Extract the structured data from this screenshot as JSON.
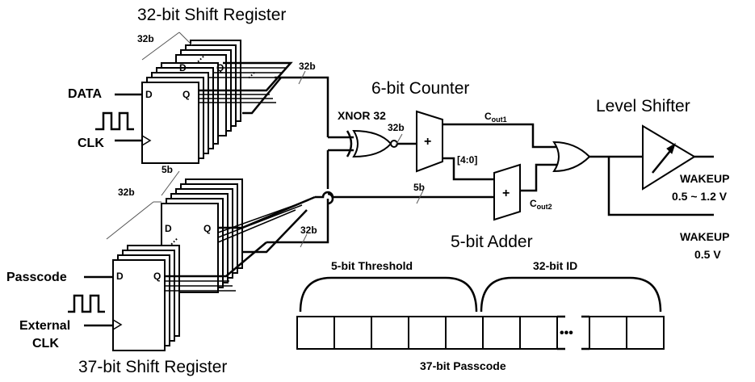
{
  "labels": {
    "sr32_title": "32-bit Shift Register",
    "sr37_title": "37-bit Shift Register",
    "counter_title": "6-bit Counter",
    "adder_title": "5-bit Adder",
    "level_shifter_title": "Level Shifter",
    "data_in": "DATA",
    "clk_in": "CLK",
    "passcode_in": "Passcode",
    "ext_clk_line1": "External",
    "ext_clk_line2": "CLK",
    "bus_32b_top": "32b",
    "bus_32b_out1": "32b",
    "bus_32b_out2": "32b",
    "bus_32b_xnor": "32b",
    "bus_32b_stack2": "32b",
    "bus_5b_stack": "5b",
    "bus_5b_adder": "5b",
    "bit_range": "[4:0]",
    "xnor_label": "XNOR 32",
    "plus1": "+",
    "plus2": "+",
    "cout1_main": "C",
    "cout1_sub": "out1",
    "cout2_main": "C",
    "cout2_sub": "out2",
    "wakeup1_line1": "WAKEUP",
    "wakeup1_line2": "0.5 ~ 1.2 V",
    "wakeup2_line1": "WAKEUP",
    "wakeup2_line2": "0.5 V",
    "threshold": "5-bit Threshold",
    "id": "32-bit ID",
    "passcode": "37-bit Passcode",
    "ellipsis": "•••",
    "ff_d": "D",
    "ff_q": "Q"
  }
}
